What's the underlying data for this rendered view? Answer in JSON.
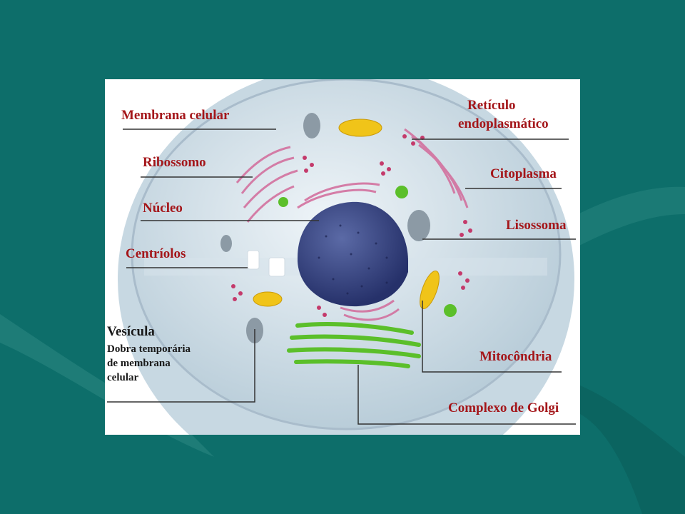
{
  "diagram": {
    "labels": {
      "membrana": "Membrana celular",
      "ribossomo": "Ribossomo",
      "nucleo": "Núcleo",
      "centriolos": "Centríolos",
      "vesicula": "Vesícula",
      "vesicula_desc_1": "Dobra temporária",
      "vesicula_desc_2": "de membrana",
      "vesicula_desc_3": "celular",
      "reticulo_1": "Retículo",
      "reticulo_2": "endoplasmático",
      "citoplasma": "Citoplasma",
      "lisossoma": "Lisossoma",
      "mitocondria": "Mitocôndria",
      "golgi": "Complexo de Golgi"
    },
    "colors": {
      "background": "#0d6e6a",
      "label_red": "#a4161a",
      "nucleus": "#3b4a86",
      "cytoplasm": "#d9e6ee",
      "golgi": "#5bbf2a",
      "mitochondria": "#f0c419",
      "reticulum": "#d26a9a"
    }
  }
}
